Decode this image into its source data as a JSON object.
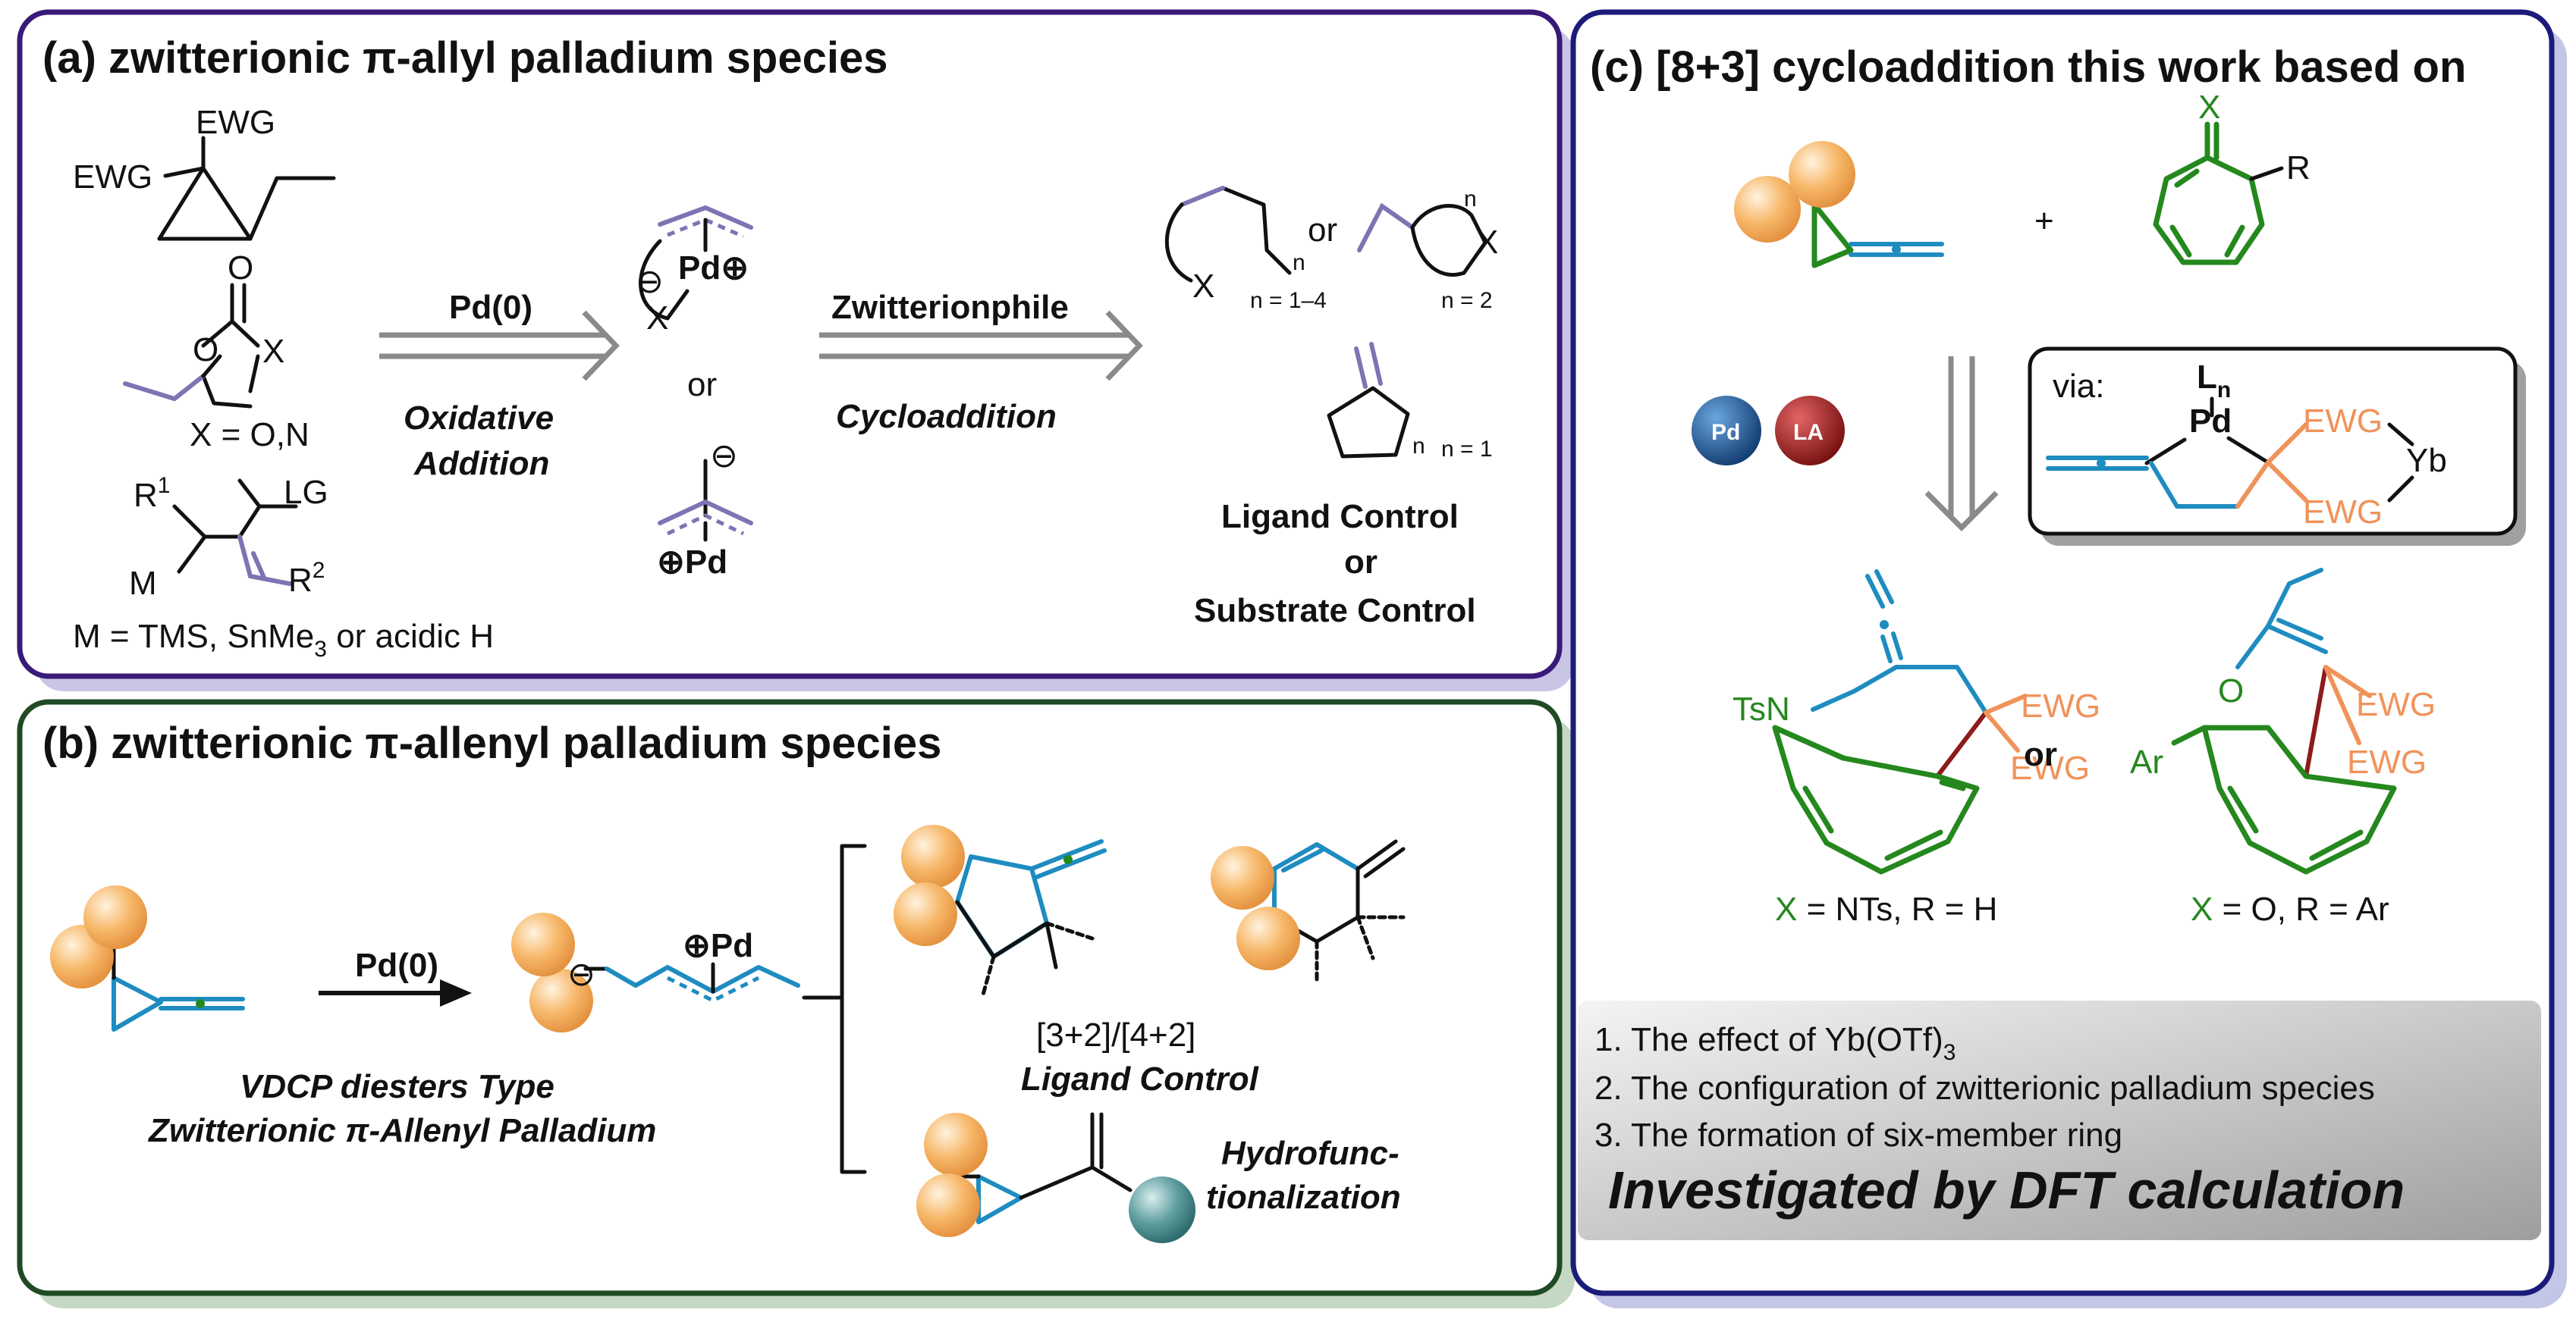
{
  "colors": {
    "panel_a_border": "#3a1a78",
    "panel_b_border": "#1f4a24",
    "panel_c_border": "#1b1b7a",
    "sphere_orange": "#f7b86a",
    "sphere_teal": "#3f8a8c",
    "allyl_purple": "#7d74b3",
    "allenyl_blue": "#1e8cc0",
    "ring_green": "#25881e",
    "ewg_orange": "#f0935a",
    "pd_badge": "#1d4f8a",
    "la_badge": "#9a1e1e"
  },
  "panel_a": {
    "title": "(a) zwitterionic π-allyl palladium species",
    "substrate1_ewg_top": "EWG",
    "substrate1_ewg_left": "EWG",
    "carbonate_o_carbonyl": "O",
    "carbonate_o_ring": "O",
    "carbonate_x": "X",
    "carbonate_x_def": "X = O,N",
    "allyl_r1": "R",
    "allyl_r1_sup": "1",
    "allyl_lg": "LG",
    "allyl_m": "M",
    "allyl_r2": "R",
    "allyl_r2_sup": "2",
    "m_def_prefix": "M = TMS, SnMe",
    "m_def_sub": "3",
    "m_def_suffix": " or acidic H",
    "arrow1_top": "Pd(0)",
    "arrow1_bottom_1": "Oxidative",
    "arrow1_bottom_2": "Addition",
    "pd_plus": "Pd⊕",
    "minus": "⊖",
    "pd_x": "X",
    "or_1": "or",
    "minus_2": "⊖",
    "pd_plus_2": "⊕Pd",
    "arrow2_top": "Zwitterionphile",
    "arrow2_bottom": "Cycloaddition",
    "prod1_x": "X",
    "prod1_n": "n",
    "prod1_range": "n = 1–4",
    "or_2": "or",
    "prod2_n": "n",
    "prod2_x": "X",
    "prod2_range": "n = 2",
    "prod3_n": "n",
    "prod3_range": "n = 1",
    "control_1": "Ligand Control",
    "control_or": "or",
    "control_2": "Substrate Control"
  },
  "panel_b": {
    "title": "(b) zwitterionic π-allenyl palladium species",
    "arrow_label": "Pd(0)",
    "minus": "⊖",
    "pd_plus": "⊕Pd",
    "caption_1": "VDCP diesters Type",
    "caption_2": "Zwitterionic π-Allenyl Palladium",
    "cyclo_label": "[3+2]/[4+2]",
    "ligand_control": "Ligand Control",
    "hydro_1": "Hydrofunc-",
    "hydro_2": "tionalization"
  },
  "panel_c": {
    "title": "(c) [8+3] cycloaddition this work based on",
    "plus": "+",
    "tropone_x": "X",
    "tropone_r": "R",
    "badge_pd": "Pd",
    "badge_la": "LA",
    "via": "via:",
    "ln": "L",
    "ln_sub": "n",
    "pd": "Pd",
    "ewg_1": "EWG",
    "ewg_2": "EWG",
    "yb": "Yb",
    "prod1_n": "TsN",
    "prod1_ewg1": "EWG",
    "prod1_ewg2": "EWG",
    "or": "or",
    "prod2_o": "O",
    "prod2_ar": "Ar",
    "prod2_ewg1": "EWG",
    "prod2_ewg2": "EWG",
    "cond1_x": "X",
    "cond1_rest": " = NTs,  R = H",
    "cond2_x": "X",
    "cond2_rest": " = O, R = Ar",
    "list": [
      "1. The effect of Yb(OTf)",
      "2. The configuration of zwitterionic palladium species",
      "3. The formation of six-member ring"
    ],
    "list1_sub": "3",
    "conclusion": "Investigated by DFT calculation"
  }
}
